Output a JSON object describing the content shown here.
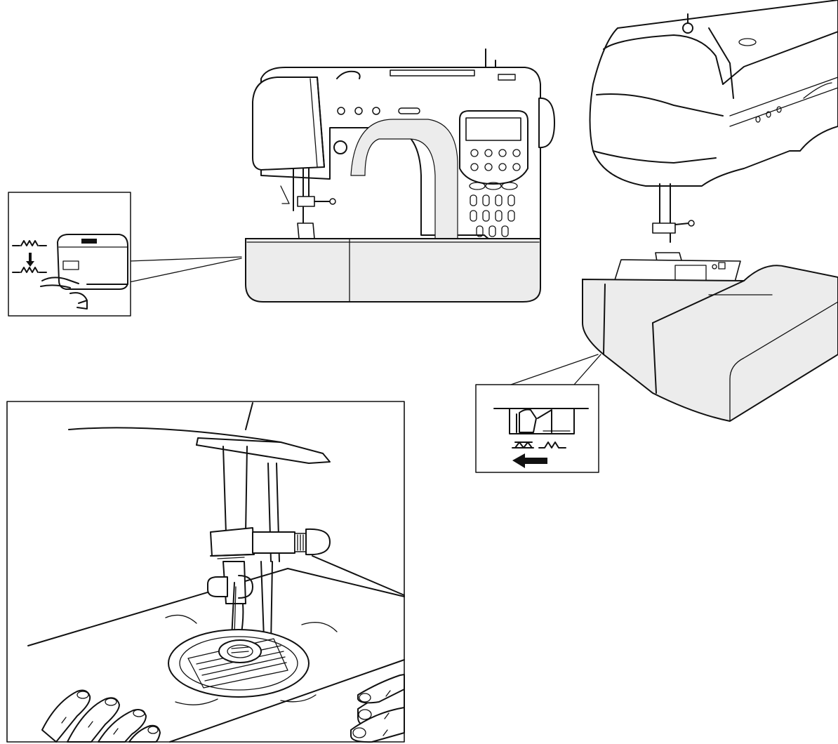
{
  "figure": {
    "colors": {
      "line": "#111111",
      "background": "#ffffff",
      "shade": "#ececec"
    },
    "panels": [
      {
        "name": "machine-front-view"
      },
      {
        "name": "feed-dog-lever-detail",
        "icon": "feed-dog-lever-icon"
      },
      {
        "name": "machine-free-arm-view"
      },
      {
        "name": "feed-dog-slide-detail",
        "icon": "arrow-left-icon"
      },
      {
        "name": "darning-closeup-view"
      }
    ]
  }
}
